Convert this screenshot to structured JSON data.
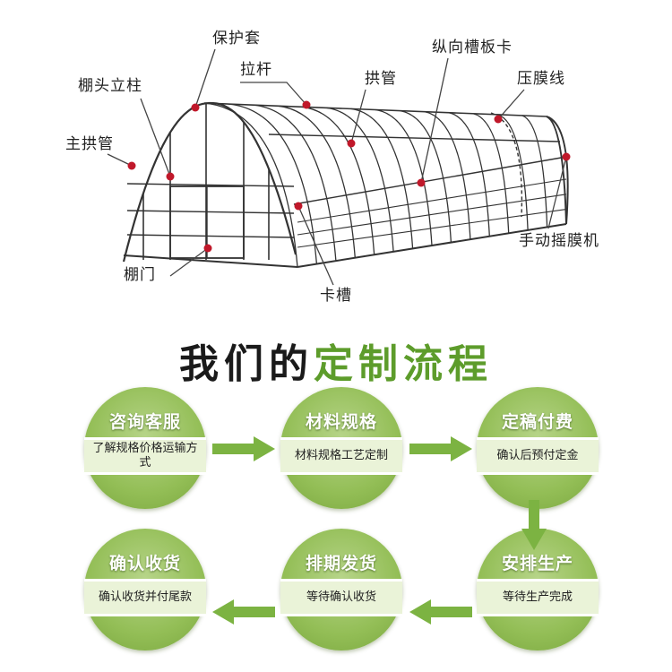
{
  "diagram": {
    "labels": {
      "protective_sleeve": "保护套",
      "longitudinal_channel_card": "纵向槽板卡",
      "tie_rod": "拉杆",
      "arch_pipe": "拱管",
      "film_pressing_line": "压膜线",
      "gable_column": "棚头立柱",
      "main_arch_pipe": "主拱管",
      "manual_film_roller": "手动摇膜机",
      "shed_door": "棚门",
      "clamp_channel": "卡槽"
    },
    "marker_color": "#c0182a",
    "frame_color": "#333333"
  },
  "process": {
    "title_dark": "我们的",
    "title_accent": "定制流程",
    "title_accent_color": "#5d9c2b",
    "circle_color": "#93be56",
    "arrow_color": "#7cb342",
    "steps": [
      {
        "title": "咨询客服",
        "desc": "了解规格价格运输方式"
      },
      {
        "title": "材料规格",
        "desc": "材料规格工艺定制"
      },
      {
        "title": "定稿付费",
        "desc": "确认后预付定金"
      },
      {
        "title": "安排生产",
        "desc": "等待生产完成"
      },
      {
        "title": "排期发货",
        "desc": "等待确认收货"
      },
      {
        "title": "确认收货",
        "desc": "确认收货并付尾款"
      }
    ]
  }
}
